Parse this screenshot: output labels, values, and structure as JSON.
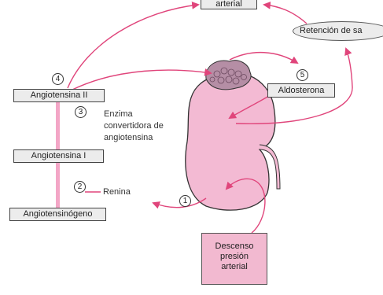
{
  "labels": {
    "arterial_top": "arterial",
    "retencion": "Retención de sa",
    "aldosterona": "Aldosterona",
    "angiotensina_ii": "Angiotensina II",
    "enzima": [
      "Enzima",
      "convertidora de",
      "angiotensina"
    ],
    "angiotensina_i": "Angiotensina I",
    "renina": "Renina",
    "angiotensinogeno": "Angiotensinógeno",
    "descenso": [
      "Descenso",
      "presión",
      "arterial"
    ]
  },
  "steps": [
    "1",
    "2",
    "3",
    "4",
    "5"
  ],
  "colors": {
    "arrow": "#e0457b",
    "kidney": "#f3bad3",
    "adrenal": "#b58ea5",
    "bar": "#f3a6c6"
  },
  "icons": {
    "kidney": "kidney-illustration",
    "adrenal": "adrenal-gland-illustration"
  }
}
